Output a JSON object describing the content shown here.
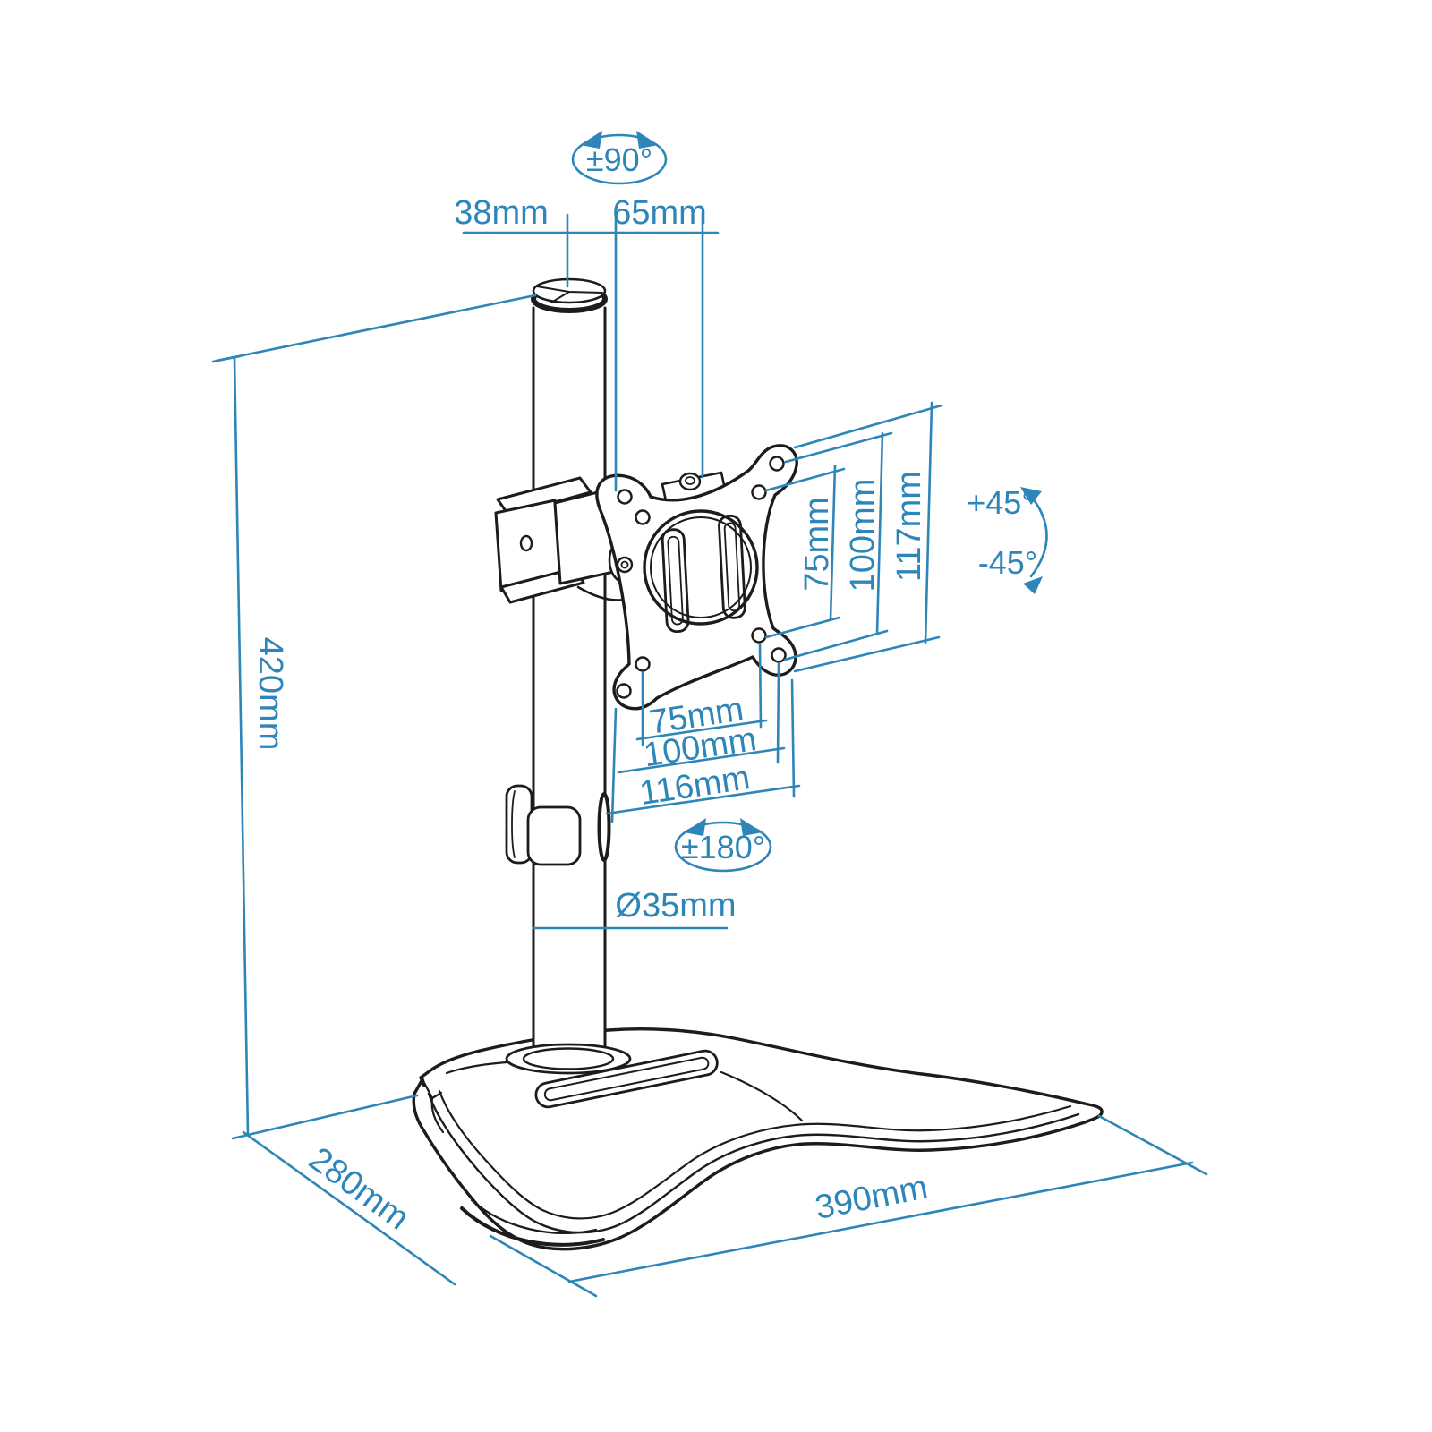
{
  "colors": {
    "dimension_blue": "#2e86b8",
    "line_black": "#1c1c1c",
    "background": "#ffffff"
  },
  "diagram": {
    "type": "technical-dimension-drawing",
    "subject": "free-standing single monitor desk stand with VESA plate",
    "dims": {
      "swivel_range": "±90°",
      "top_width": "38mm",
      "top_offset": "65mm",
      "vesa_vert_inner": "75mm",
      "vesa_vert_outer": "100mm",
      "plate_height": "117mm",
      "tilt_up": "+45°",
      "tilt_down": "-45°",
      "pole_height": "420mm",
      "vesa_horiz_inner": "75mm",
      "vesa_horiz_outer": "100mm",
      "plate_width": "116mm",
      "rotation_range": "±180°",
      "pole_diameter": "Ø35mm",
      "base_depth": "280mm",
      "base_width": "390mm"
    }
  }
}
